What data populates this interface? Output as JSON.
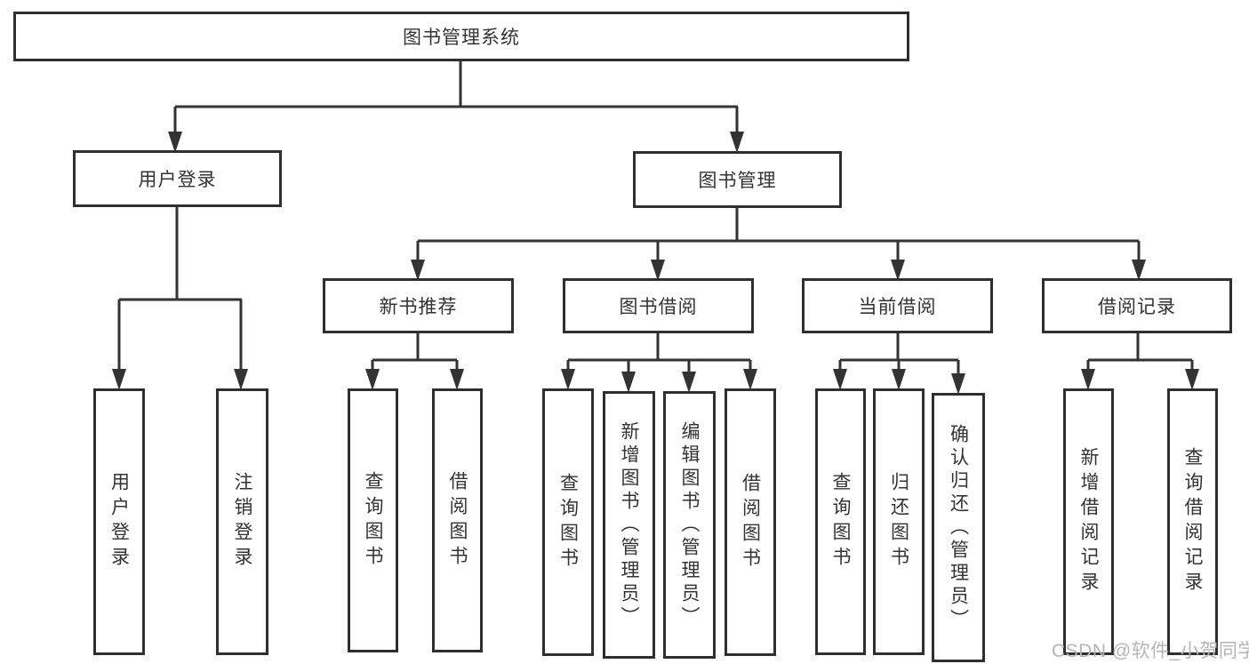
{
  "diagram_type": "hierarchy-tree",
  "colors": {
    "line": "#333333",
    "box_border": "#2f2f2f",
    "box_background": "#ffffff",
    "text": "#333333",
    "watermark": "#b5b5b5"
  },
  "watermark": "CSDN @软件_小贺同学",
  "tree": {
    "root": {
      "label": "图书管理系统"
    },
    "level1": [
      {
        "label": "用户登录",
        "children": [
          {
            "label": "用户登录"
          },
          {
            "label": "注销登录"
          }
        ]
      },
      {
        "label": "图书管理",
        "children": [
          {
            "label": "新书推荐",
            "children": [
              {
                "label": "查询图书"
              },
              {
                "label": "借阅图书"
              }
            ]
          },
          {
            "label": "图书借阅",
            "children": [
              {
                "label": "查询图书"
              },
              {
                "label": "新增图书（管理员）"
              },
              {
                "label": "编辑图书（管理员）"
              },
              {
                "label": "借阅图书"
              }
            ]
          },
          {
            "label": "当前借阅",
            "children": [
              {
                "label": "查询图书"
              },
              {
                "label": "归还图书"
              },
              {
                "label": "确认归还（管理员）"
              }
            ]
          },
          {
            "label": "借阅记录",
            "children": [
              {
                "label": "新增借阅记录"
              },
              {
                "label": "查询借阅记录"
              }
            ]
          }
        ]
      }
    ]
  }
}
